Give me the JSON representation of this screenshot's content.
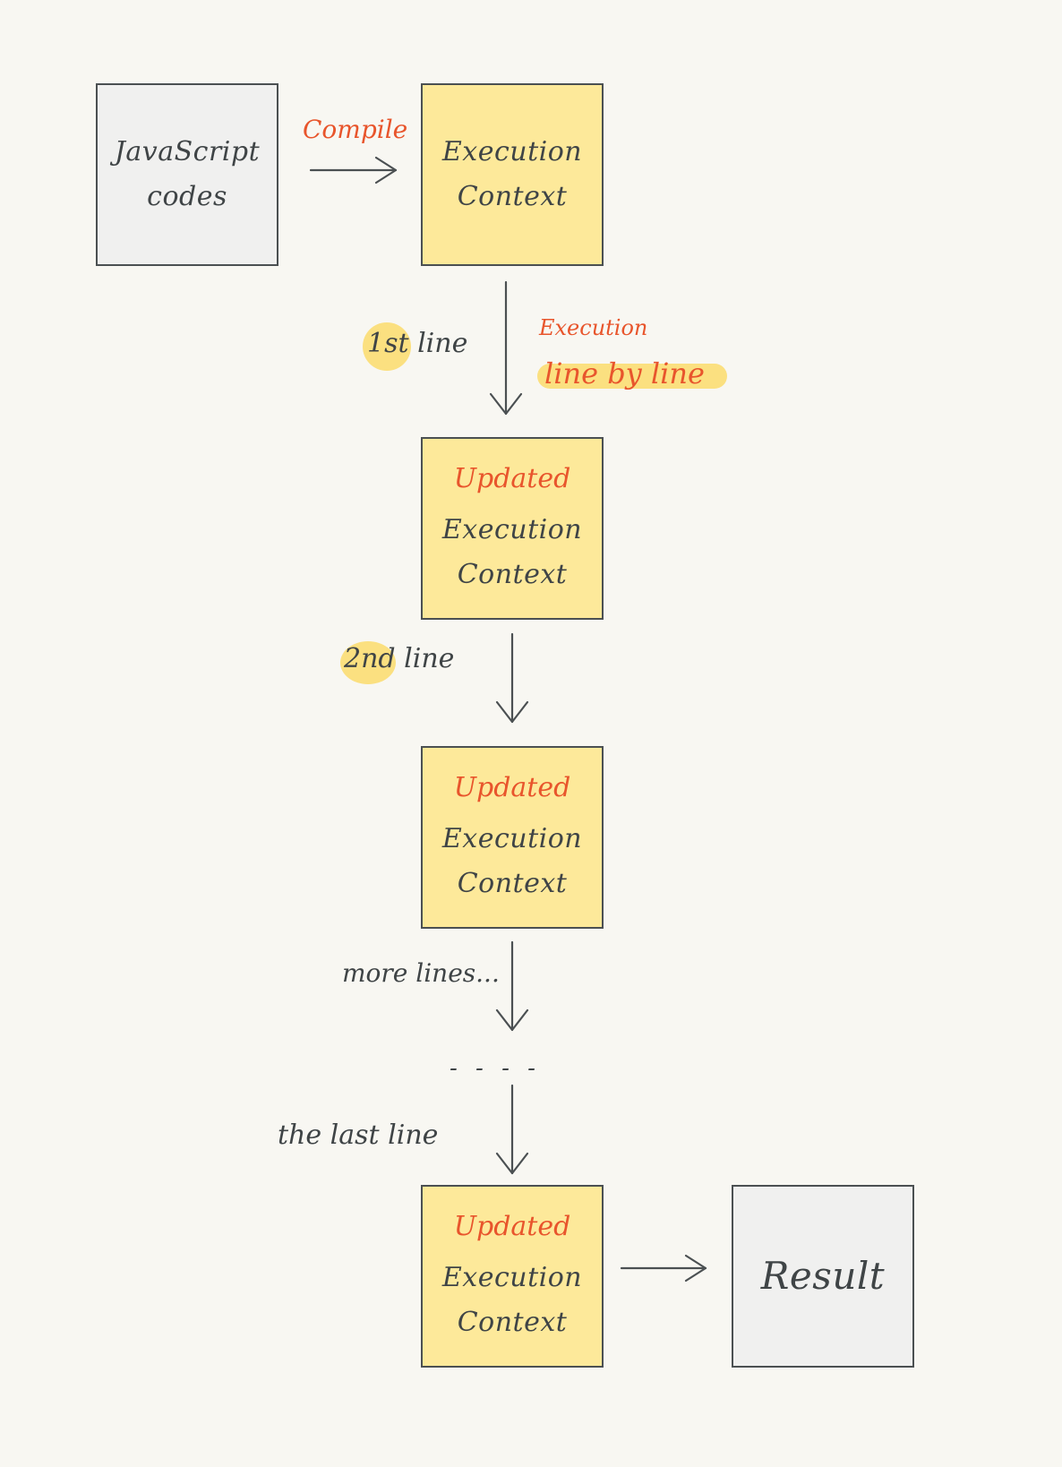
{
  "boxes": {
    "js_codes": [
      "JavaScript",
      "codes"
    ],
    "exec_context": [
      "Execution",
      "Context"
    ],
    "updated_1": {
      "tag": "Updated",
      "lines": [
        "Execution",
        "Context"
      ]
    },
    "updated_2": {
      "tag": "Updated",
      "lines": [
        "Execution",
        "Context"
      ]
    },
    "updated_last": {
      "tag": "Updated",
      "lines": [
        "Execution",
        "Context"
      ]
    },
    "result": "Result"
  },
  "labels": {
    "compile": "Compile",
    "first_line": "1st line",
    "execution_note": "Execution",
    "line_by_line": "line by line",
    "second_line": "2nd line",
    "more_lines": "more lines...",
    "ellipsis": "- - - -",
    "last_line": "the last line"
  },
  "colors": {
    "accent_red": "#e8552c",
    "box_yellow": "#fde99a",
    "box_gray": "#f0f0ef",
    "highlight": "#fbe080",
    "ink": "#3f4446"
  }
}
